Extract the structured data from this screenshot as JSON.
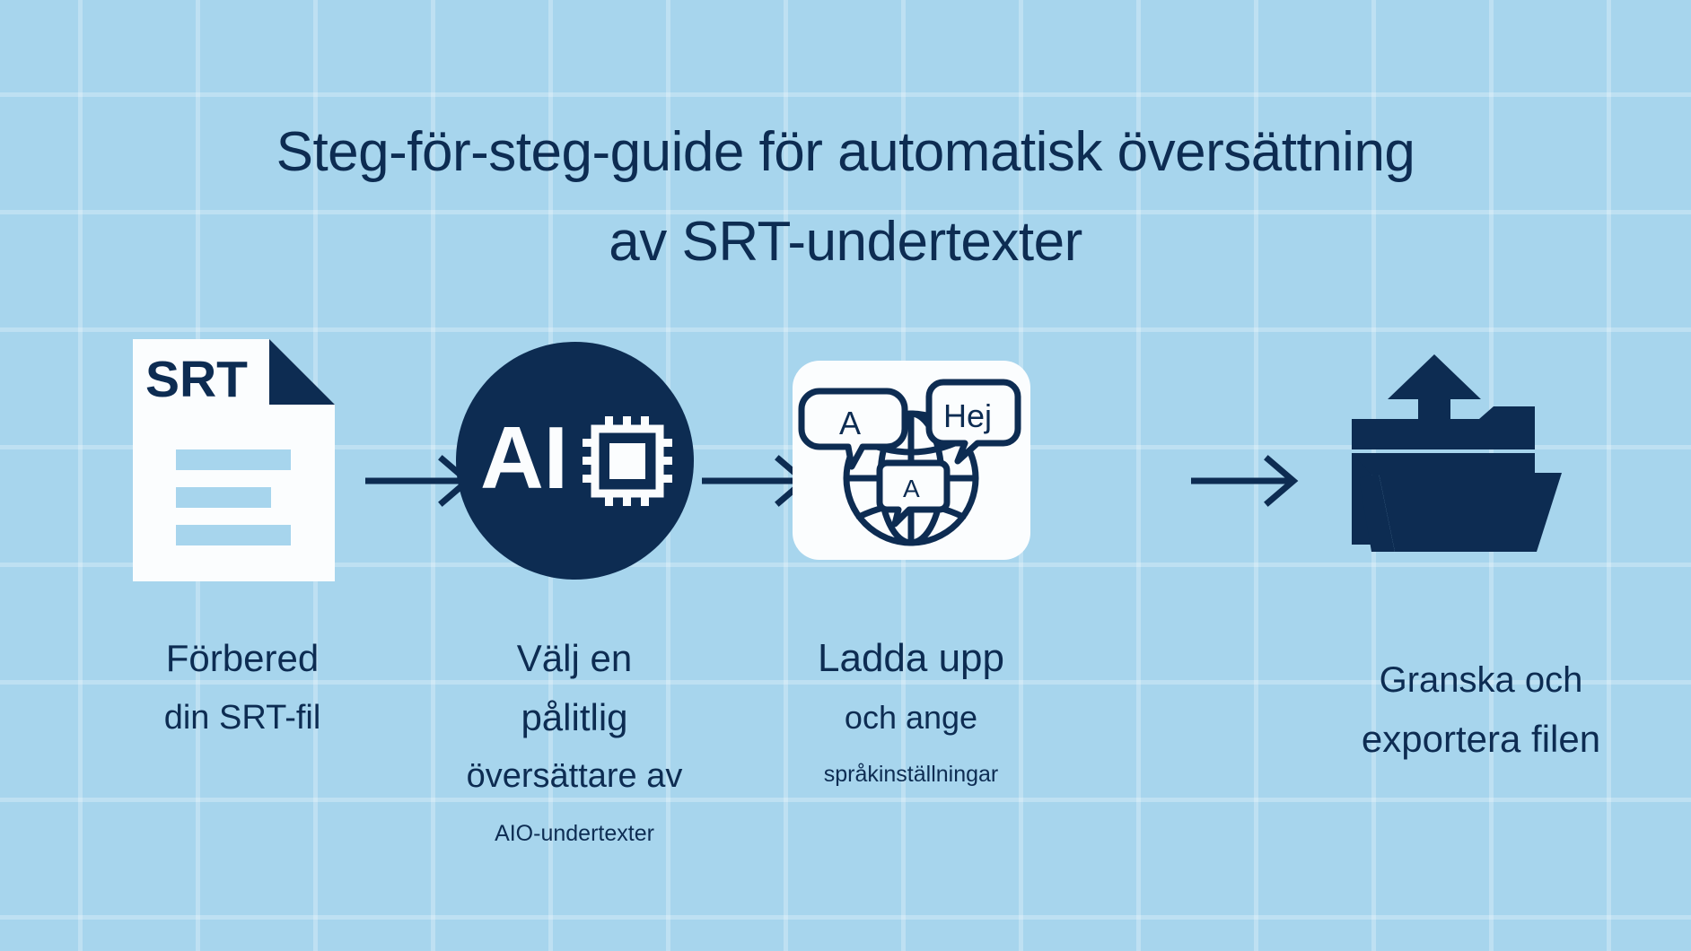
{
  "colors": {
    "background": "#a7d5ed",
    "grid_line": "#b9def1",
    "navy": "#0d2c52",
    "paper_white": "#fbfdfe",
    "doc_line_blue": "#a7d5ed"
  },
  "title": {
    "line1": "Steg-för-steg-guide för automatisk översättning",
    "line2": "av SRT-undertexter"
  },
  "steps": [
    {
      "id": "step-1",
      "icon_name": "srt-document-icon",
      "icon_label": "SRT",
      "caption_lines": [
        "Förbered",
        "din SRT-fil"
      ]
    },
    {
      "id": "step-2",
      "icon_name": "ai-chip-circle-icon",
      "icon_label": "AI",
      "caption_lines": [
        "Välj en",
        "pålitlig",
        "översättare av",
        "AIO-undertexter"
      ]
    },
    {
      "id": "step-3",
      "icon_name": "globe-translate-icon",
      "bubble_left": "A",
      "bubble_right": "Hej",
      "bubble_center": "A",
      "caption_lines": [
        "Ladda upp",
        "och ange",
        "språkinställningar"
      ]
    },
    {
      "id": "step-4",
      "icon_name": "export-folder-upload-icon",
      "caption_lines": [
        "Granska och",
        "exportera filen"
      ]
    }
  ],
  "arrows": [
    {
      "name": "arrow-step1-to-step2"
    },
    {
      "name": "arrow-step2-to-step3"
    },
    {
      "name": "arrow-step3-to-step4"
    }
  ]
}
